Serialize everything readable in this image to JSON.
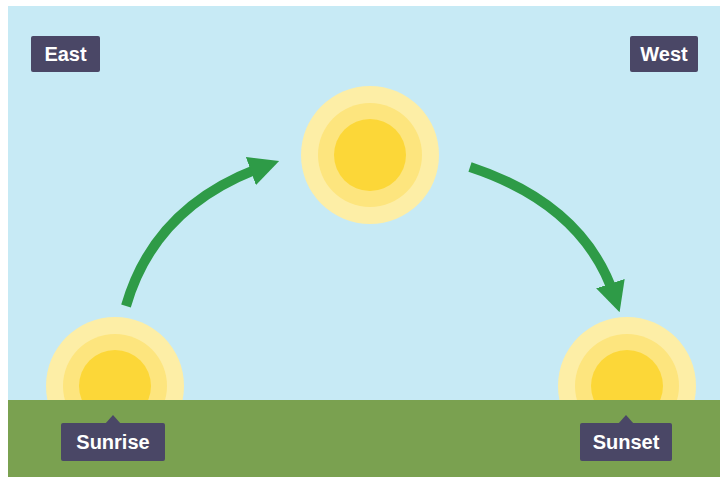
{
  "diagram": {
    "nodes": [
      {
        "text": [
          "East"
        ]
      },
      {
        "text": [
          "West"
        ]
      },
      {
        "text": [
          "Sunrise"
        ]
      },
      {
        "text": [
          "Sunset"
        ]
      }
    ]
  }
}
